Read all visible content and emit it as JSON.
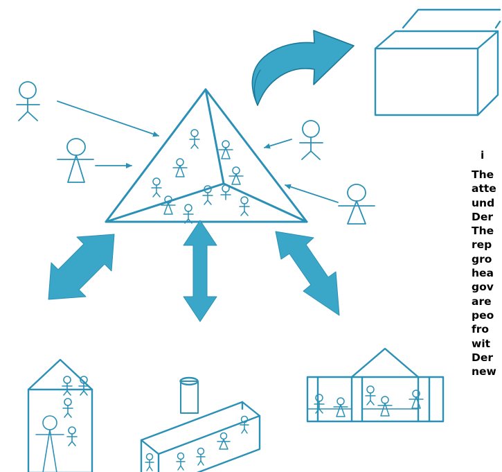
{
  "colors": {
    "stroke": "#2b90b5",
    "arrow_fill": "#3aa6c8",
    "arrow_dark": "#1c7796",
    "text": "#000000"
  },
  "text_block": {
    "first_fragment": "i",
    "lines": [
      "The",
      "atte",
      "und",
      "Der",
      "The",
      "rep",
      "gro",
      "hea",
      "gov",
      "are",
      "peo",
      "fro",
      "wit",
      "Der",
      "new"
    ]
  }
}
